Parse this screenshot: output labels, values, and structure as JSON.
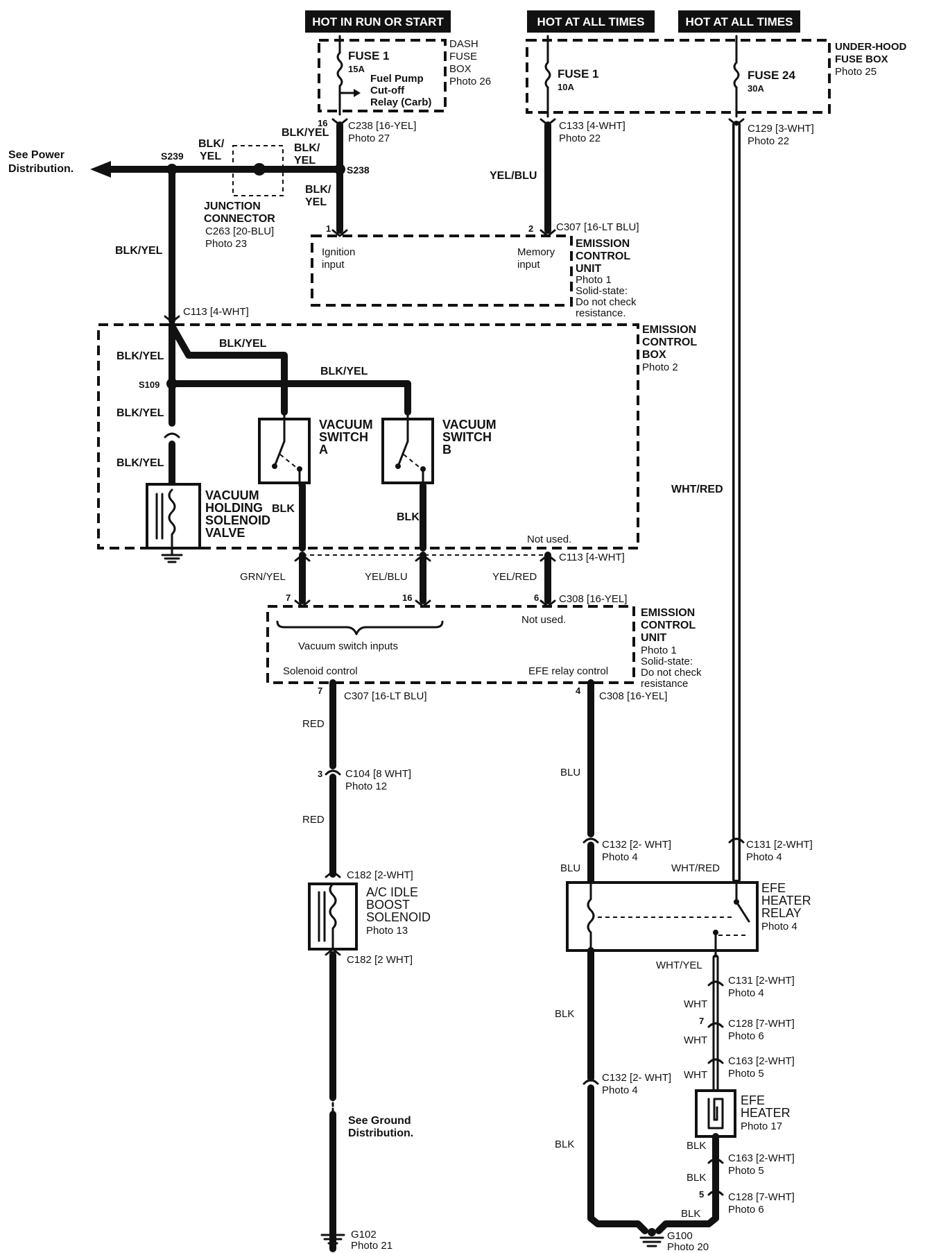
{
  "headers": {
    "hot_run_start": "HOT IN RUN OR START",
    "hot_all_times_1": "HOT AT ALL TIMES",
    "hot_all_times_2": "HOT AT ALL TIMES"
  },
  "dash_fuse_box": {
    "name_lines": [
      "DASH",
      "FUSE",
      "BOX"
    ],
    "photo": "Photo 26",
    "fuse": "FUSE 1",
    "amps": "15A",
    "relay_lines": [
      "Fuel Pump",
      "Cut-off",
      "Relay (Carb)"
    ]
  },
  "under_hood_fuse_box": {
    "name_lines": [
      "UNDER-HOOD",
      "FUSE BOX"
    ],
    "photo": "Photo 25",
    "fuse1": "FUSE 1",
    "fuse1_amps": "10A",
    "fuse24": "FUSE 24",
    "fuse24_amps": "30A"
  },
  "connectors": {
    "c238": "C238 [16-YEL]",
    "c238_photo": "Photo 27",
    "c238_pin": "16",
    "c133": "C133 [4-WHT]",
    "c133_photo": "Photo 22",
    "c129": "C129 [3-WHT]",
    "c129_photo": "Photo 22",
    "c307_top": "C307 [16-LT BLU]",
    "c307_top_pin1": "1",
    "c307_top_pin2": "2",
    "c263": "C263 [20-BLU]",
    "c263_photo": "Photo 23",
    "c113_top": "C113 [4-WHT]",
    "c113_bottom": "C113 [4-WHT]",
    "c308_top": "C308 [16-YEL]",
    "pin7": "7",
    "pin16": "16",
    "pin6": "6",
    "c307_bottom": "C307 [16-LT BLU]",
    "c307_bottom_pin": "7",
    "c308_bottom": "C308 [16-YEL]",
    "c308_bottom_pin": "4",
    "c104": "C104 [8 WHT]",
    "c104_photo": "Photo 12",
    "c104_pin": "3",
    "c182_top": "C182 [2-WHT]",
    "c182_bottom": "C182 [2 WHT]",
    "c132_top": "C132 [2- WHT]",
    "c132_top_photo": "Photo 4",
    "c131_top": "C131 [2-WHT]",
    "c131_top_photo": "Photo 4",
    "c131_bottom": "C131 [2-WHT]",
    "c131_bottom_photo": "Photo 4",
    "c128_top": "C128 [7-WHT]",
    "c128_top_photo": "Photo 6",
    "c128_top_pin": "7",
    "c163_top": "C163 [2-WHT]",
    "c163_top_photo": "Photo 5",
    "c132_bottom": "C132 [2- WHT]",
    "c132_bottom_photo": "Photo 4",
    "c163_bottom": "C163 [2-WHT]",
    "c163_bottom_photo": "Photo 5",
    "c128_bottom": "C128 [7-WHT]",
    "c128_bottom_photo": "Photo 6",
    "c128_bottom_pin": "5"
  },
  "splices": {
    "s239": "S239",
    "s238": "S238",
    "s109": "S109"
  },
  "wires": {
    "blk_yel": "BLK/YEL",
    "blk_yel_split_1": "BLK/",
    "blk_yel_split_2": "YEL",
    "yel_blu": "YEL/BLU",
    "wht_red": "WHT/RED",
    "grn_yel": "GRN/YEL",
    "yel_red": "YEL/RED",
    "blk": "BLK",
    "red": "RED",
    "blu": "BLU",
    "wht": "WHT",
    "wht_yel": "WHT/YEL"
  },
  "power_distribution": [
    "See Power",
    "Distribution."
  ],
  "junction_connector": [
    "JUNCTION",
    "CONNECTOR"
  ],
  "ecu_top": {
    "ignition_input": [
      "Ignition",
      "input"
    ],
    "memory_input": [
      "Memory",
      "input"
    ],
    "name_lines": [
      "EMISSION",
      "CONTROL",
      "UNIT"
    ],
    "photo": "Photo 1",
    "note_lines": [
      "Solid-state:",
      "Do not check",
      "resistance."
    ]
  },
  "emission_control_box": {
    "name_lines": [
      "EMISSION",
      "CONTROL",
      "BOX"
    ],
    "photo": "Photo 2",
    "switch_a": [
      "VACUUM",
      "SWITCH",
      "A"
    ],
    "switch_b": [
      "VACUUM",
      "SWITCH",
      "B"
    ],
    "solenoid": [
      "VACUUM",
      "HOLDING",
      "SOLENOID",
      "VALVE"
    ],
    "not_used": "Not used."
  },
  "ecu_bottom": {
    "not_used": "Not used.",
    "vacuum_inputs": "Vacuum switch inputs",
    "solenoid_control": "Solenoid control",
    "efe_relay_control": "EFE relay control",
    "name_lines": [
      "EMISSION",
      "CONTROL",
      "UNIT"
    ],
    "photo": "Photo 1",
    "note_lines": [
      "Solid-state:",
      "Do not check",
      "resistance"
    ]
  },
  "ac_solenoid": {
    "name_lines": [
      "A/C IDLE",
      "BOOST",
      "SOLENOID"
    ],
    "photo": "Photo 13"
  },
  "efe_relay": {
    "name_lines": [
      "EFE",
      "HEATER",
      "RELAY"
    ],
    "photo": "Photo 4"
  },
  "efe_heater": {
    "name_lines": [
      "EFE",
      "HEATER"
    ],
    "photo": "Photo 17"
  },
  "ground_distribution": [
    "See Ground",
    "Distribution."
  ],
  "grounds": {
    "g102": "G102",
    "g102_photo": "Photo 21",
    "g100": "G100",
    "g100_photo": "Photo 20"
  }
}
